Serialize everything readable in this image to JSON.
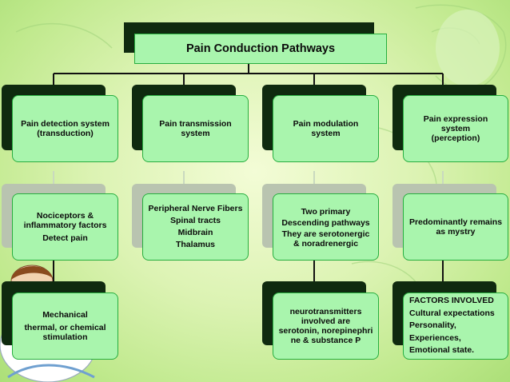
{
  "title": "Pain Conduction Pathways",
  "columns": [
    {
      "header": [
        "Pain detection  system",
        "(transduction)"
      ],
      "mid": [
        "Nociceptors &",
        "inflammatory factors",
        "Detect pain"
      ],
      "bottom": [
        "Mechanical",
        "thermal,  or chemical",
        "stimulation"
      ]
    },
    {
      "header": [
        "Pain transmission",
        "system"
      ],
      "mid": [
        "Peripheral Nerve Fibers",
        "Spinal tracts",
        "Midbrain",
        "Thalamus"
      ]
    },
    {
      "header": [
        "Pain modulation",
        "system"
      ],
      "mid": [
        "Two  primary",
        "Descending pathways",
        "They are serotonergic",
        "& noradrenergic"
      ],
      "bottom": [
        "neurotransmitters",
        "involved are",
        "serotonin, norepinephri",
        "ne & substance  P"
      ]
    },
    {
      "header": [
        "Pain expression system",
        "(perception)"
      ],
      "mid": [
        "Predominantly remains",
        "as mystry"
      ],
      "bottom": [
        "FACTORS INVOLVED",
        "Cultural  expectations",
        "Personality,",
        "Experiences,",
        "Emotional  state."
      ]
    }
  ]
}
